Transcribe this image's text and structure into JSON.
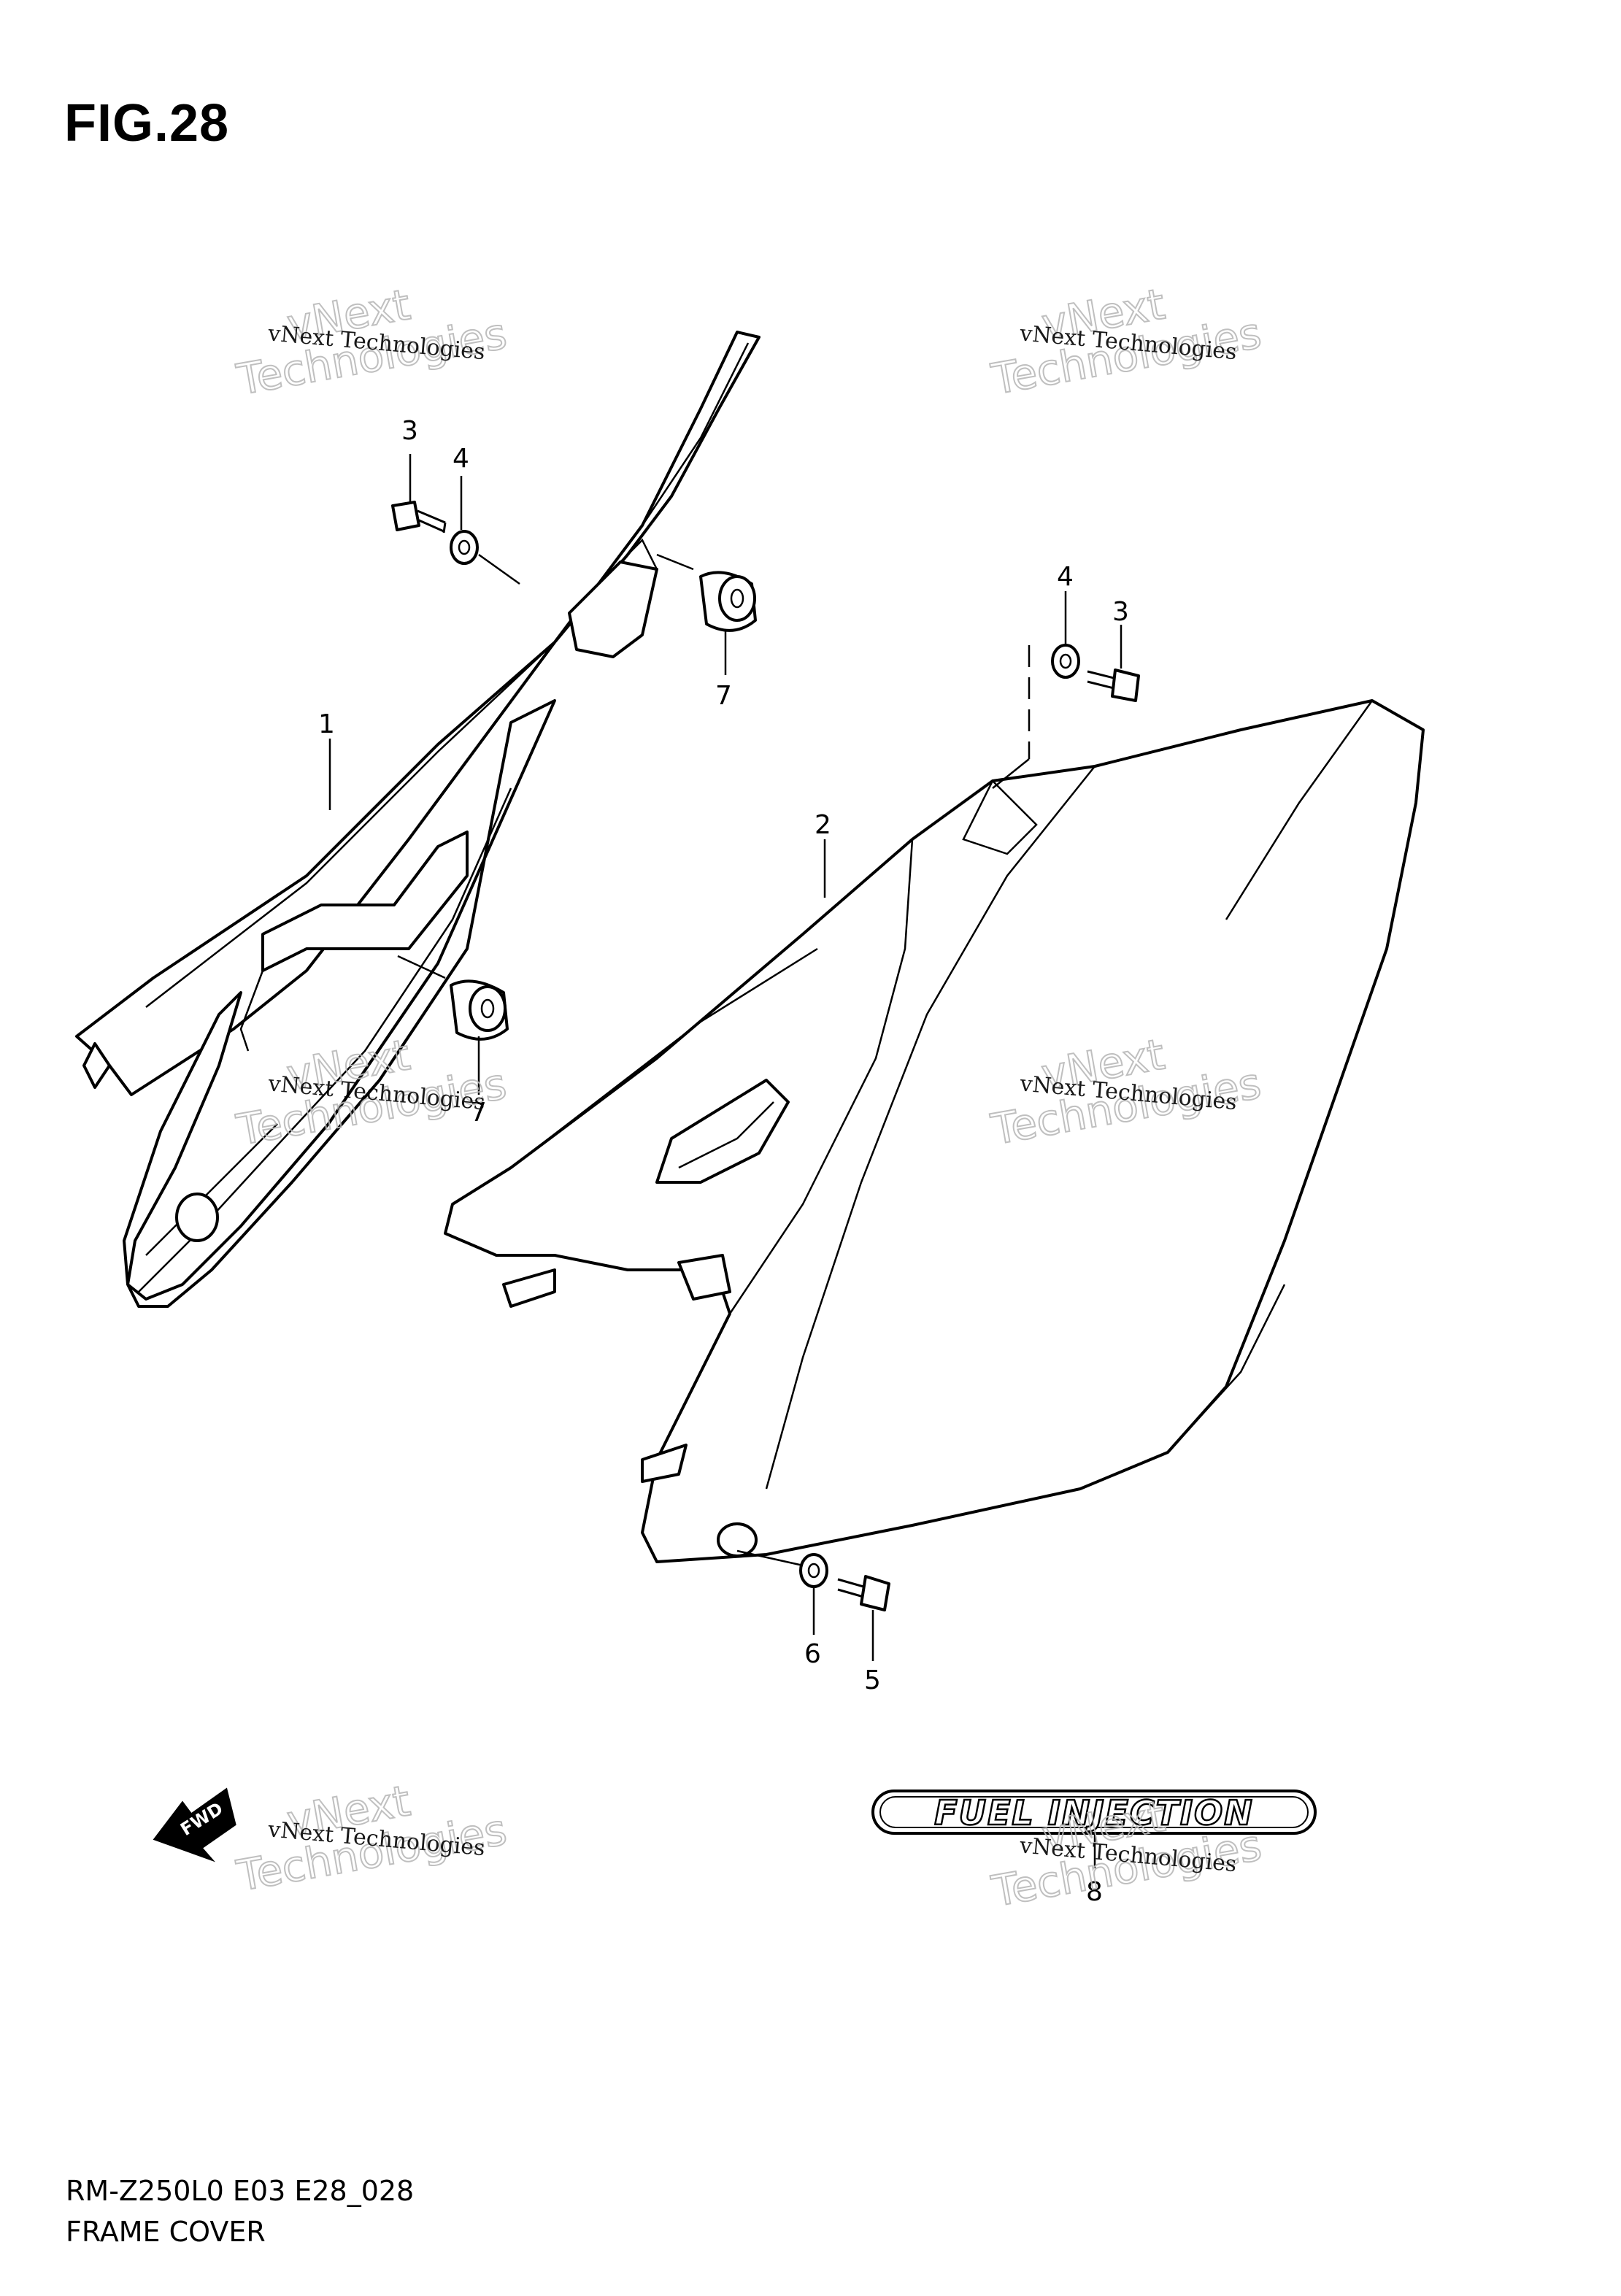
{
  "figure": {
    "title": "FIG.28",
    "model_code": "RM-Z250L0 E03 E28_028",
    "section_name": "FRAME COVER"
  },
  "callouts": {
    "part_1": "1",
    "part_2": "2",
    "part_3_left": "3",
    "part_3_right": "3",
    "part_4_left": "4",
    "part_4_right": "4",
    "part_5": "5",
    "part_6": "6",
    "part_7_upper": "7",
    "part_7_lower": "7",
    "part_8": "8"
  },
  "labels": {
    "fwd_arrow": "FWD",
    "decal": "FUEL INJECTION"
  },
  "watermark": {
    "small": "vNext Technologies",
    "big_line1": "vNext",
    "big_line2": "Technologies"
  }
}
